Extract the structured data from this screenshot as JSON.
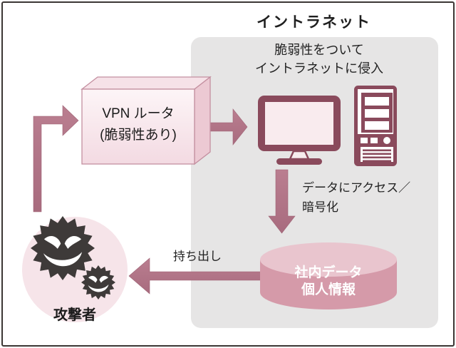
{
  "diagram": {
    "title": "イントラネット",
    "intrusion_note": {
      "line1": "脆弱性をついて",
      "line2": "イントラネットに侵入"
    },
    "vpn_router": {
      "line1": "VPN ルータ",
      "line2": "(脆弱性あり)"
    },
    "access_note": {
      "line1": "データにアクセス／",
      "line2": "暗号化"
    },
    "database": {
      "line1": "社内データ",
      "line2": "個人情報"
    },
    "exfiltration_label": "持ち出し",
    "attacker_label": "攻撃者"
  },
  "icons": {
    "vpn_router": "3d-box",
    "workstation": "desktop-monitor",
    "server": "tower-server",
    "database": "cylinder",
    "attacker": "spiky-virus-faces"
  },
  "colors": {
    "accent_dark": "#8a4a5c",
    "arrow": "#b17386",
    "cylinder_body": "#d59aa9",
    "cylinder_top": "#e9c5ce",
    "intranet_zone": "#e6e5e5",
    "attacker_circle": "#f6e4e9",
    "virus": "#3e3a39",
    "box_fill": "#f9ebef",
    "box_border": "#c48fa0",
    "text": "#1f1f1f"
  }
}
